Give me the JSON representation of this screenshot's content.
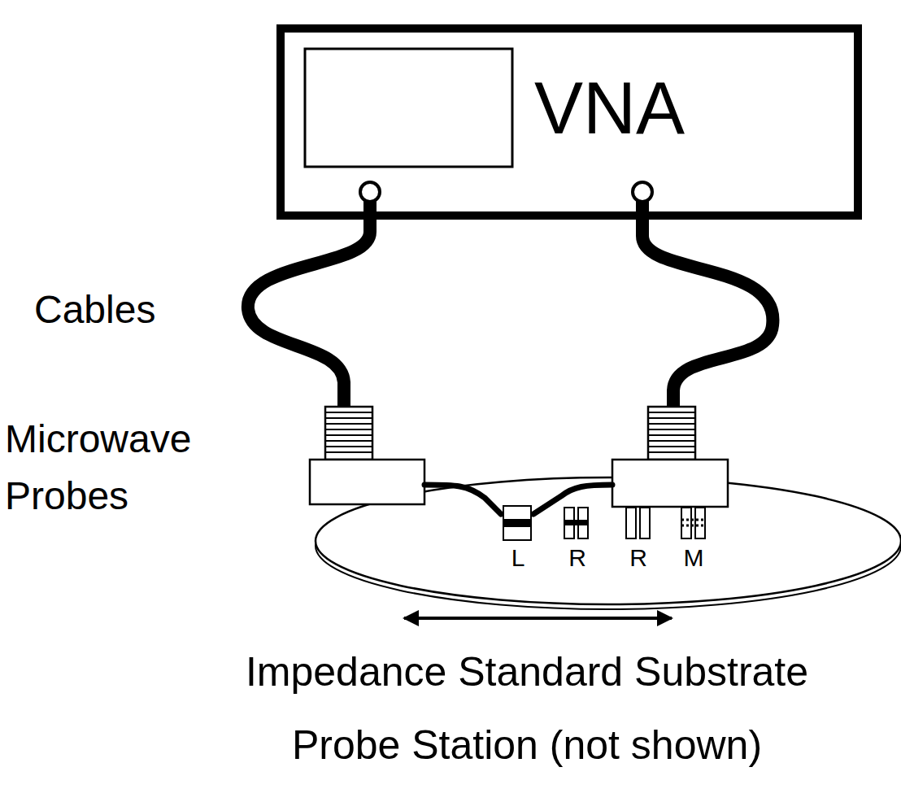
{
  "diagram": {
    "nodes": [
      {
        "text": [
          "VNA"
        ]
      }
    ],
    "labels": [
      "Cables",
      "Microwave Probes",
      "L",
      "R",
      "R",
      "M",
      "Impedance Standard Substrate",
      "Probe Station (not shown)"
    ]
  }
}
